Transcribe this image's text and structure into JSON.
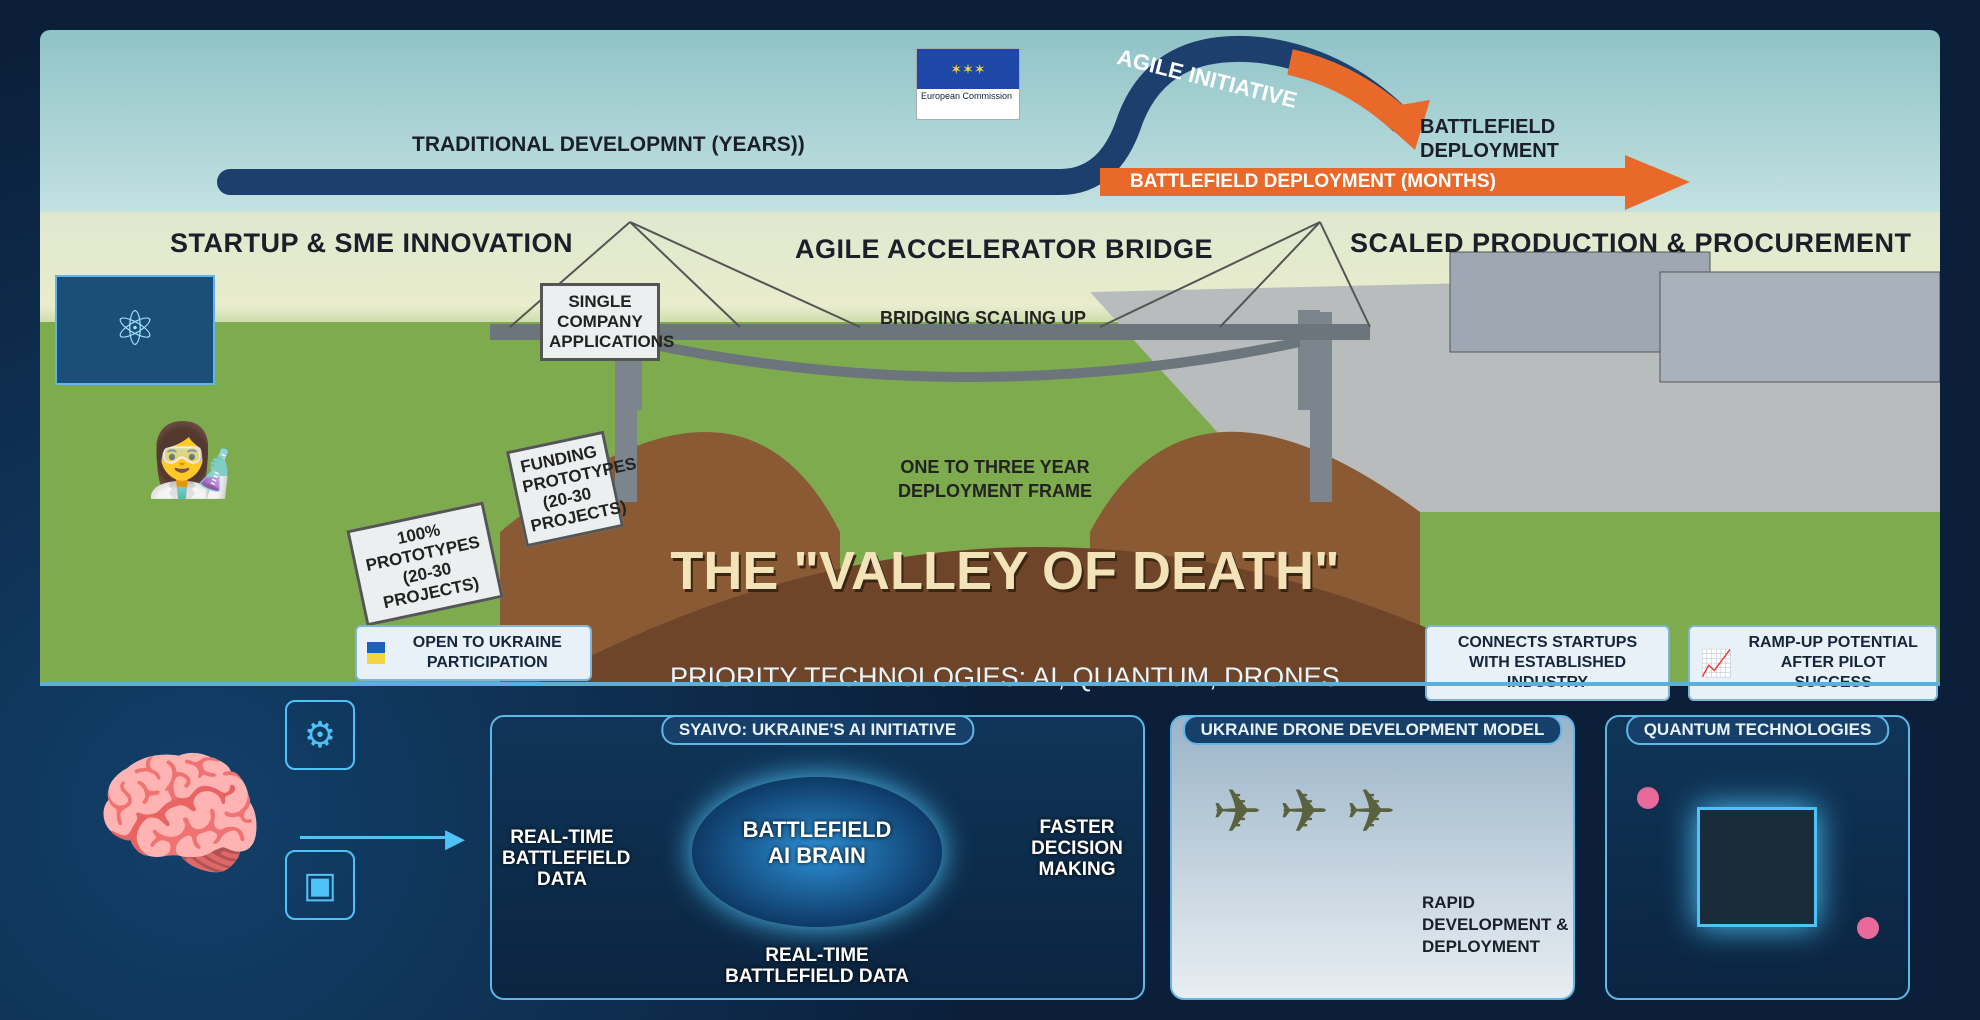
{
  "timeline": {
    "traditional": "TRADITIONAL DEVELOPMNT (YEARS))",
    "agile": "AGILE INITIATIVE",
    "deploy_top": "BATTLEFIELD DEPLOYMENT",
    "deploy_months": "BATTLEFIELD DEPLOYMENT (MONTHS)",
    "logo_text": "European Commission"
  },
  "sections": {
    "startup": "STARTUP & SME INNOVATION",
    "bridge": "AGILE ACCELERATOR BRIDGE",
    "scaled": "SCALED PRODUCTION & PROCUREMENT"
  },
  "bridge": {
    "label_top": "BRIDGING SCALING UP",
    "label_frame": "ONE TO THREE YEAR DEPLOYMENT FRAME",
    "valley": "THE \"VALLEY OF DEATH\""
  },
  "signs": {
    "single": "SINGLE COMPANY APPLICATIONS",
    "funding": "FUNDING PROTOTYPES (20-30 PROJECTS)",
    "hundred": "100% PROTOTYPES (20-30 PROJECTS)"
  },
  "cards": {
    "ukraine": "OPEN TO UKRAINE PARTICIPATION",
    "connects": "CONNECTS STARTUPS WITH ESTABLISHED INDUSTRY",
    "ramp": "RAMP-UP POTENTIAL AFTER PILOT SUCCESS"
  },
  "priority": "PRIORITY TECHNOLOGIES: AI, QUANTUM, DRONES",
  "panels": {
    "syaivo": {
      "title": "SYAIVO: UKRAINE'S AI INITIATIVE",
      "brain": "BATTLEFIELD AI BRAIN",
      "left": "REAL-TIME BATTLEFIELD DATA",
      "right": "FASTER DECISION MAKING",
      "bottom": "REAL-TIME BATTLEFIELD DATA"
    },
    "drone": {
      "title": "UKRAINE DRONE DEVELOPMENT MODEL",
      "caption": "RAPID DEVELOPMENT & DEPLOYMENT"
    },
    "quantum": {
      "title": "QUANTUM TECHNOLOGIES"
    }
  },
  "colors": {
    "navy": "#1d3f6e",
    "orange": "#e8692a",
    "accent": "#5fb7e6"
  }
}
